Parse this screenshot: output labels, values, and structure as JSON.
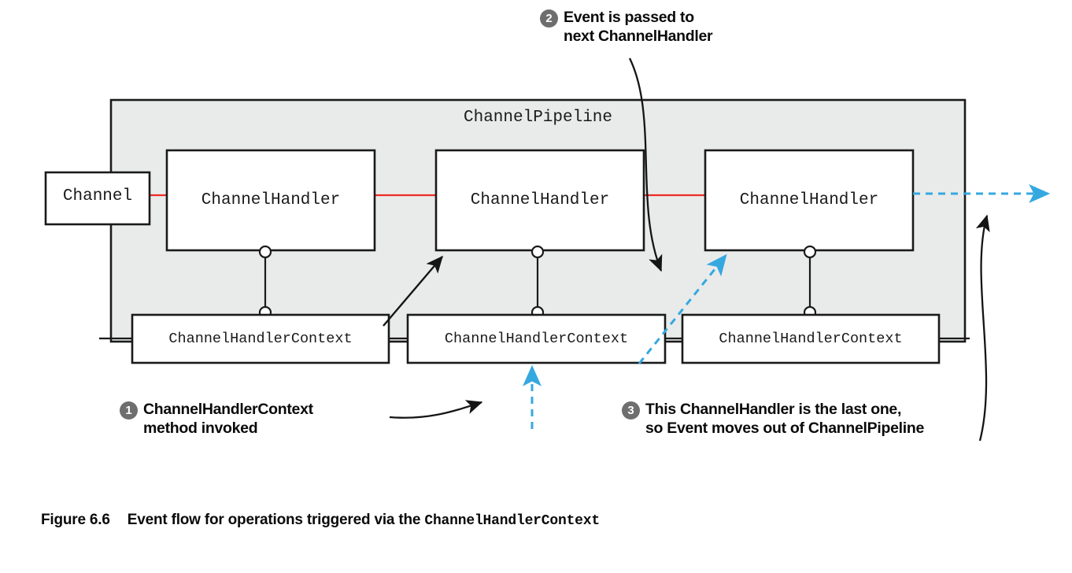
{
  "figure": {
    "caption_label": "Figure 6.6",
    "caption_text": "Event flow for operations triggered via the ",
    "caption_code": "ChannelHandlerContext"
  },
  "diagram": {
    "pipeline_title": "ChannelPipeline",
    "channel_label": "Channel",
    "handlers": [
      {
        "label": "ChannelHandler"
      },
      {
        "label": "ChannelHandler"
      },
      {
        "label": "ChannelHandler"
      }
    ],
    "contexts": [
      {
        "label": "ChannelHandlerContext"
      },
      {
        "label": "ChannelHandlerContext"
      },
      {
        "label": "ChannelHandlerContext"
      }
    ]
  },
  "callouts": [
    {
      "number": "1",
      "lines": [
        "ChannelHandlerContext",
        "method invoked"
      ]
    },
    {
      "number": "2",
      "lines": [
        "Event is passed to",
        "next ChannelHandler"
      ]
    },
    {
      "number": "3",
      "lines": [
        "This ChannelHandler is the last one,",
        "so Event moves out of ChannelPipeline"
      ]
    }
  ],
  "colors": {
    "pipeline_fill": "#e9ebea",
    "box_fill": "#ffffff",
    "stroke": "#1a1a1a",
    "red_link": "#ee2b26",
    "blue_flow": "#35a8e0",
    "badge_gray": "#6e6e6e"
  }
}
